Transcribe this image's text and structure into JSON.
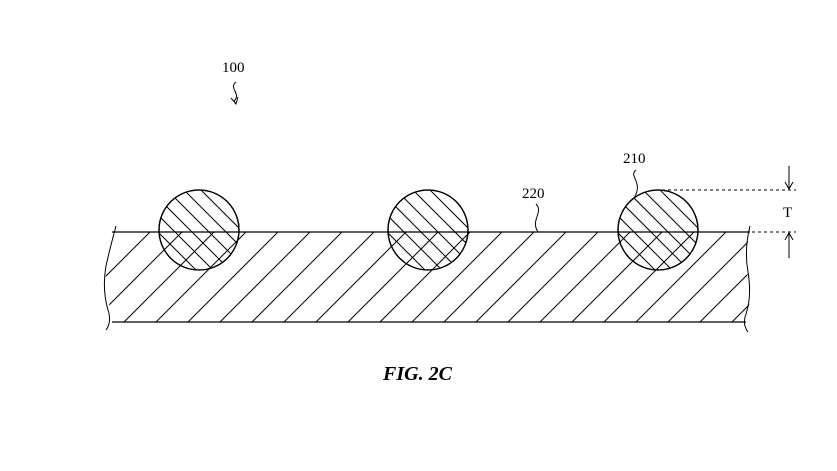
{
  "figure": {
    "caption": "FIG. 2C",
    "labels": {
      "assembly": "100",
      "particle": "210",
      "layer": "220",
      "thickness": "T"
    }
  }
}
